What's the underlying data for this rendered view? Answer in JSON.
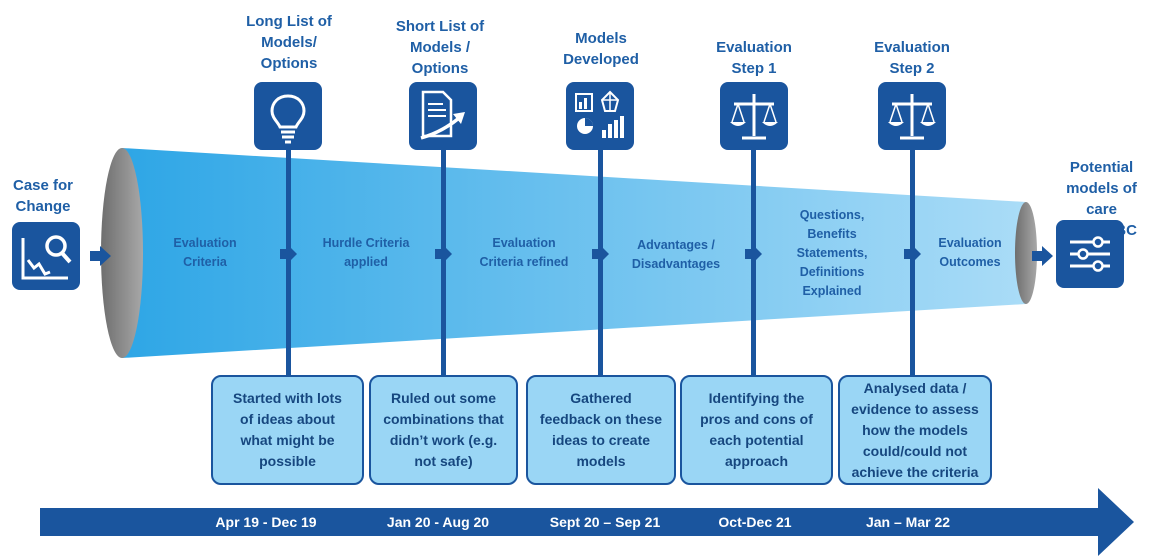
{
  "left": {
    "title": "Case for\nChange",
    "icon": "declining-chart-magnifier-icon"
  },
  "right": {
    "title": "Potential\nmodels of care\nFor PCBC",
    "icon": "sliders-icon"
  },
  "columns": [
    {
      "title": "Long List of\nModels/\nOptions",
      "icon": "lightbulb-icon",
      "desc": "Started with lots\nof ideas about\nwhat might be\npossible"
    },
    {
      "title": "Short List of\nModels /\nOptions",
      "icon": "document-growth-arrow-icon",
      "desc": "Ruled out some\ncombinations that\ndidn’t work (e.g.\nnot safe)"
    },
    {
      "title": "Models\nDeveloped",
      "icon": "charts-dashboard-icon",
      "desc": "Gathered\nfeedback on these\nideas to create\nmodels"
    },
    {
      "title": "Evaluation\nStep 1",
      "icon": "balance-scale-icon",
      "desc": "Identifying the\npros and cons of\neach potential\napproach"
    },
    {
      "title": "Evaluation\nStep 2",
      "icon": "balance-scale-icon",
      "desc": "Analysed data /\nevidence to assess\nhow the models\ncould/could not\nachieve the criteria"
    }
  ],
  "stages": [
    "Evaluation\nCriteria",
    "Hurdle Criteria\napplied",
    "Evaluation\nCriteria refined",
    "Advantages /\nDisadvantages",
    "Questions,\nBenefits\nStatements,\nDefinitions\nExplained",
    "Evaluation\nOutcomes"
  ],
  "timeline": [
    "Apr 19 - Dec 19",
    "Jan 20 - Aug 20",
    "Sept 20 – Sep 21",
    "Oct-Dec 21",
    "Jan – Mar 22"
  ],
  "colors": {
    "primary": "#1a559e",
    "funnel_dark": "#2ea6e6",
    "funnel_light": "#a9dcf7",
    "box_fill": "#9ad6f5",
    "rim": "#8c8c8c"
  }
}
